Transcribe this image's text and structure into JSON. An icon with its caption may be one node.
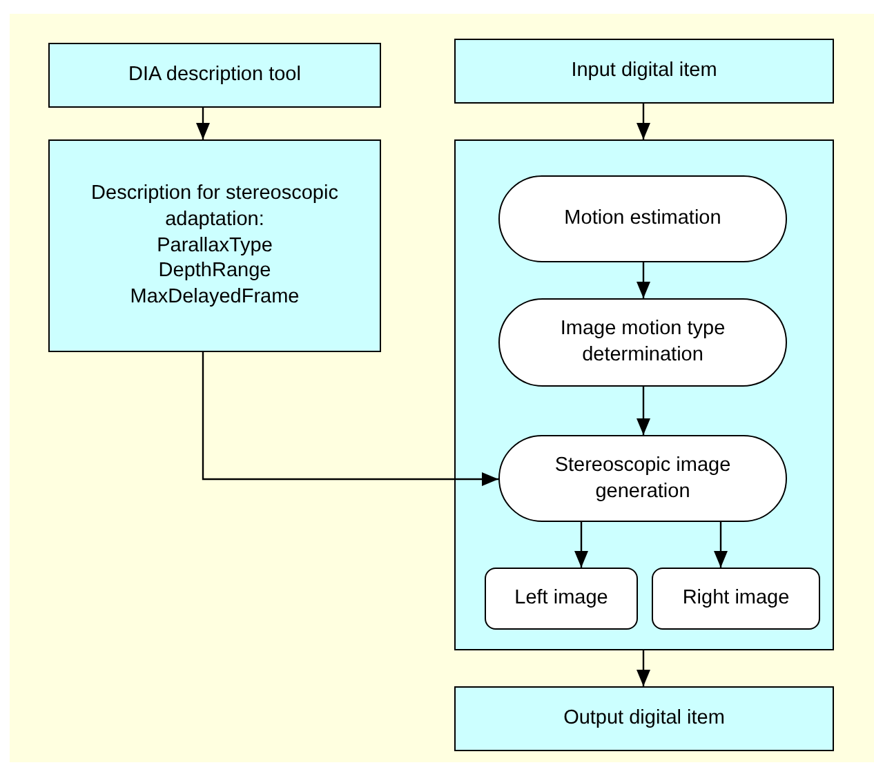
{
  "diagram": {
    "nodes": [
      {
        "text": [
          "DIA description tool"
        ]
      },
      {
        "text": [
          "Description for stereoscopic adaptation:",
          "ParallaxType",
          "DepthRange",
          "MaxDelayedFrame"
        ]
      },
      {
        "text": [
          "Input digital item"
        ]
      },
      {
        "text": [],
        "shape": "box"
      },
      {
        "text": [
          "Motion estimation"
        ],
        "in": 3
      },
      {
        "text": [
          "Image motion type determination"
        ],
        "in": 3
      },
      {
        "text": [
          "Stereoscopic image generation"
        ],
        "in": 3
      },
      {
        "text": [
          "Left image"
        ],
        "in": 3
      },
      {
        "text": [
          "Right image"
        ],
        "in": 3
      },
      {
        "text": [
          "Output digital item"
        ]
      }
    ],
    "edges": [
      {
        "from": 0,
        "to": 1,
        "arrow": "to"
      },
      {
        "from": 2,
        "to": 3,
        "arrow": "to"
      },
      {
        "from": 4,
        "to": 5,
        "arrow": "to"
      },
      {
        "from": 5,
        "to": 6,
        "arrow": "to"
      },
      {
        "from": 1,
        "to": 6,
        "arrow": "to"
      },
      {
        "from": 6,
        "to": 7,
        "arrow": "to"
      },
      {
        "from": 6,
        "to": 8,
        "arrow": "to"
      },
      {
        "from": 3,
        "to": 9,
        "arrow": "to"
      }
    ]
  }
}
